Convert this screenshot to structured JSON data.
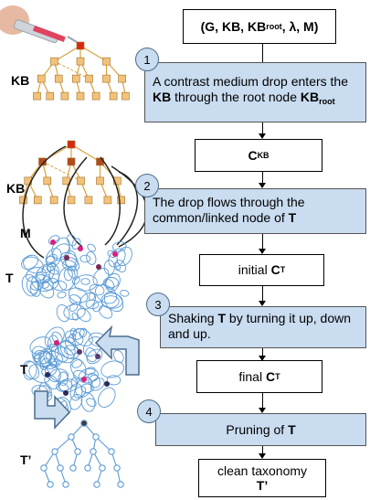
{
  "left_labels": {
    "kb_top": "KB",
    "kb_mid": "KB",
    "m": "M",
    "t_mid": "T",
    "t_bottom": "T",
    "t_prime": "T’"
  },
  "flow": {
    "input": {
      "prefix": "(G, KB, KB",
      "sub": "root",
      "suffix": ", λ, M)"
    },
    "steps": [
      {
        "num": "1",
        "t1": "A contrast medium drop enters the ",
        "b1": "KB",
        "t2": " through the root node ",
        "b2": "KB",
        "sub": "root"
      },
      {
        "num": "2",
        "t1": "The drop flows through the common/linked node of ",
        "b1": "T"
      },
      {
        "num": "3",
        "t1": "Shaking ",
        "b1": "T",
        "t2": " by turning it up, down and up."
      },
      {
        "num": "4",
        "t1": "Pruning of ",
        "b1": "T"
      }
    ],
    "ckb": {
      "main": "C",
      "sub": "KB"
    },
    "initial_ct": {
      "pre": "initial ",
      "main": "C",
      "sub": "T"
    },
    "final_ct": {
      "pre": "final ",
      "main": "C",
      "sub": "T"
    },
    "clean": {
      "line1": "clean taxonomy",
      "line2": "T’"
    }
  },
  "colors": {
    "step_fill": "#c9dcf0",
    "kb_node": "#f2c27a",
    "kb_root": "#d8290e",
    "kb_dark_node": "#b24a1a",
    "kb_edge": "#d9a23a",
    "taxonomy_blue": "#5b9bd5",
    "magenta": "#d9207a"
  }
}
